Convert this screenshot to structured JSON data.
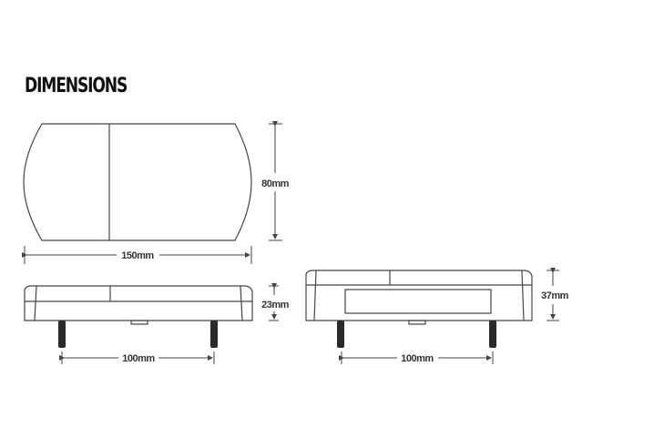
{
  "title": "DIMENSIONS",
  "views": {
    "top": {
      "width_label": "150mm",
      "height_label": "80mm"
    },
    "side_left": {
      "spacing_label": "100mm",
      "height_label": "23mm"
    },
    "side_right": {
      "spacing_label": "100mm",
      "height_label": "37mm"
    }
  },
  "colors": {
    "line": "#444444",
    "stud": "#2a2a2a",
    "text": "#333333"
  }
}
